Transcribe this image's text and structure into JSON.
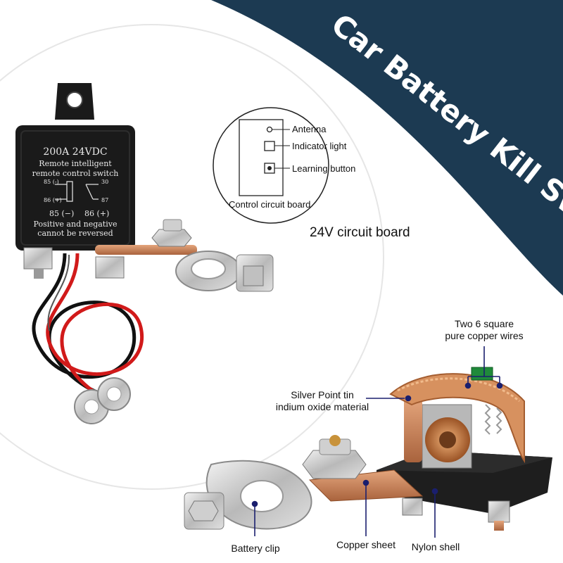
{
  "banner": {
    "title": "Car Battery Kill Switch",
    "color": "#1c3a52"
  },
  "relay": {
    "rating": "200A 24VDC",
    "line1": "Remote intelligent",
    "line2": "remote control switch",
    "pin85_neg": "85 (-)",
    "pin30": "30",
    "pin86_pos": "86 (+)",
    "pin87": "87",
    "terminal_neg": "85 (−)",
    "terminal_pos": "86 (+)",
    "warn1": "Positive and negative",
    "warn2": "cannot be reversed"
  },
  "circuit_board": {
    "antenna": "Antenna",
    "indicator_light": "Indicator light",
    "learning_button": "Learning button",
    "caption": "Control circuit board",
    "title": "24V circuit board"
  },
  "callouts": {
    "copper_wires_1": "Two 6 square",
    "copper_wires_2": "pure copper wires",
    "silver_point_1": "Silver Point tin",
    "silver_point_2": "indium oxide material",
    "battery_clip": "Battery clip",
    "copper_sheet": "Copper sheet",
    "nylon_shell": "Nylon shell"
  },
  "colors": {
    "callout_line": "#1a1f6e",
    "copper": "#c8825a",
    "relay_body": "#1a1a1a",
    "wire_red": "#d11a1a"
  }
}
